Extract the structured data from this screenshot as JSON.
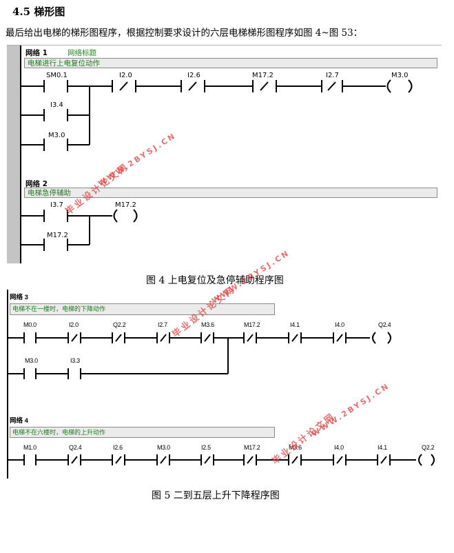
{
  "section_heading": "4.5 梯形图",
  "intro_paragraph": "最后给出电梯的梯形图程序，根据控制要求设计的六层电梯梯形图程序如图 4~图 53：",
  "figure4": {
    "caption": "图 4  上电复位及急停辅助程序图",
    "network1": {
      "title": "网络 1",
      "subtitle": "网络标题",
      "comment": "电梯进行上电复位动作",
      "contacts": [
        "SM0.1",
        "I2.0",
        "I2.6",
        "M17.2",
        "I2.7"
      ],
      "branch_contacts": [
        "I3.4",
        "M3.0"
      ],
      "coil": "M3.0"
    },
    "network2": {
      "title": "网络 2",
      "comment": "电梯急停辅助",
      "contacts": [
        "I3.7"
      ],
      "branch_contacts": [
        "M17.2"
      ],
      "coil": "M17.2"
    }
  },
  "figure5": {
    "caption": "图 5 二到五层上升下降程序图",
    "network3": {
      "title": "网络 3",
      "comment": "电梯不在一楼时，电梯的下降动作",
      "contacts": [
        "M0.0",
        "I2.0",
        "Q2.2",
        "I2.7",
        "M3.6",
        "M17.2",
        "I4.1",
        "I4.0"
      ],
      "branch_contacts": [
        "M3.0",
        "I3.3"
      ],
      "coil": "Q2.4"
    },
    "network4": {
      "title": "网络 4",
      "comment": "电梯不在六楼时，电梯的上升动作",
      "contacts": [
        "M1.0",
        "Q2.4",
        "I2.6",
        "M3.0",
        "I2.5",
        "M17.2",
        "M3.6",
        "I4.0",
        "I4.1"
      ],
      "coil": "Q2.2"
    }
  },
  "watermarks": {
    "cn": "毕业设计论文网",
    "url": "WWW.2BYSJ.CN",
    "color": "#e04040"
  }
}
